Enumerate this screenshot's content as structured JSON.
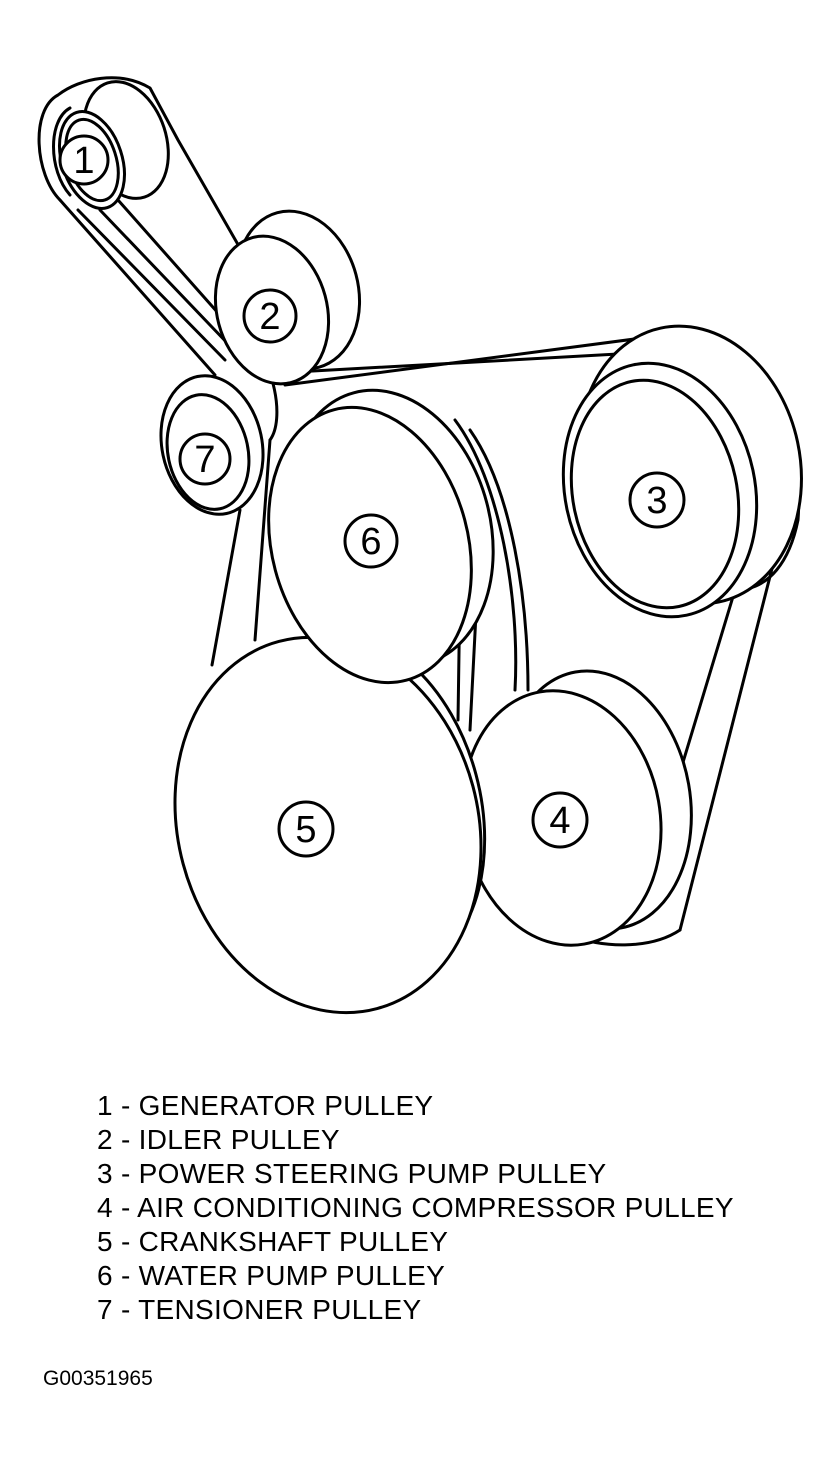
{
  "callouts": {
    "p1": "1",
    "p2": "2",
    "p3": "3",
    "p4": "4",
    "p5": "5",
    "p6": "6",
    "p7": "7"
  },
  "legend": [
    "1 - GENERATOR PULLEY",
    "2 - IDLER PULLEY",
    "3 - POWER STEERING PUMP PULLEY",
    "4 - AIR CONDITIONING COMPRESSOR PULLEY",
    "5 - CRANKSHAFT PULLEY",
    "6 - WATER PUMP PULLEY",
    "7 - TENSIONER PULLEY"
  ],
  "figure_id": "G00351965"
}
